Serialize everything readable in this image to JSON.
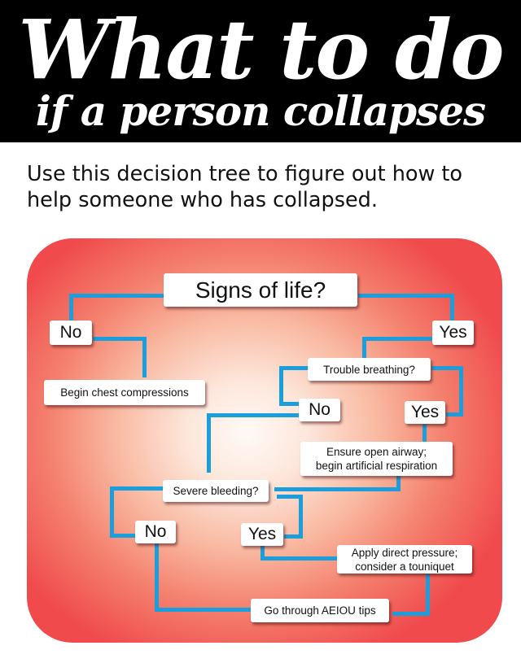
{
  "header": {
    "title": "What to do",
    "subtitle": "if a person collapses"
  },
  "intro": {
    "line1": "Use this decision tree to figure out how to",
    "line2": "help someone who has collapsed."
  },
  "colors": {
    "header_bg": "#000000",
    "panel_edge": "#f04a4c",
    "panel_center": "#fffaf6",
    "connector": "#1a9fdc",
    "box_bg": "#ffffff"
  },
  "tree": {
    "signs_of_life": "Signs of life?",
    "sol_no": "No",
    "sol_yes": "Yes",
    "chest_compressions": "Begin chest compressions",
    "trouble_breathing": "Trouble breathing?",
    "tb_no": "No",
    "tb_yes": "Yes",
    "airway_line1": "Ensure open airway;",
    "airway_line2": "begin artificial respiration",
    "severe_bleeding": "Severe bleeding?",
    "sb_no": "No",
    "sb_yes": "Yes",
    "pressure_line1": "Apply direct pressure;",
    "pressure_line2": "consider a touniquet",
    "aeiou": "Go through AEIOU tips"
  }
}
